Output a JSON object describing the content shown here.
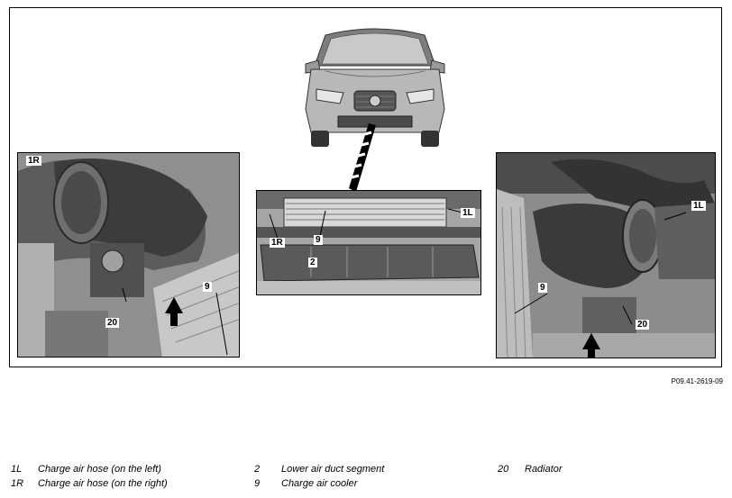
{
  "figure": {
    "reference_id": "P09.41-2619-09",
    "callouts": {
      "left_photo": [
        "1R",
        "9",
        "20"
      ],
      "center_photo": [
        "1R",
        "9",
        "2",
        "1L"
      ],
      "right_photo": [
        "1L",
        "9",
        "20"
      ]
    }
  },
  "legend": [
    {
      "number": "1L",
      "text": "Charge air hose (on the left)"
    },
    {
      "number": "1R",
      "text": "Charge air hose (on the right)"
    },
    {
      "number": "2",
      "text": "Lower air duct segment"
    },
    {
      "number": "9",
      "text": "Charge air cooler"
    },
    {
      "number": "20",
      "text": "Radiator"
    }
  ],
  "colors": {
    "frame": "#000000",
    "photo_gray": "#9a9a9a",
    "car_gray": "#b5b5b5"
  }
}
